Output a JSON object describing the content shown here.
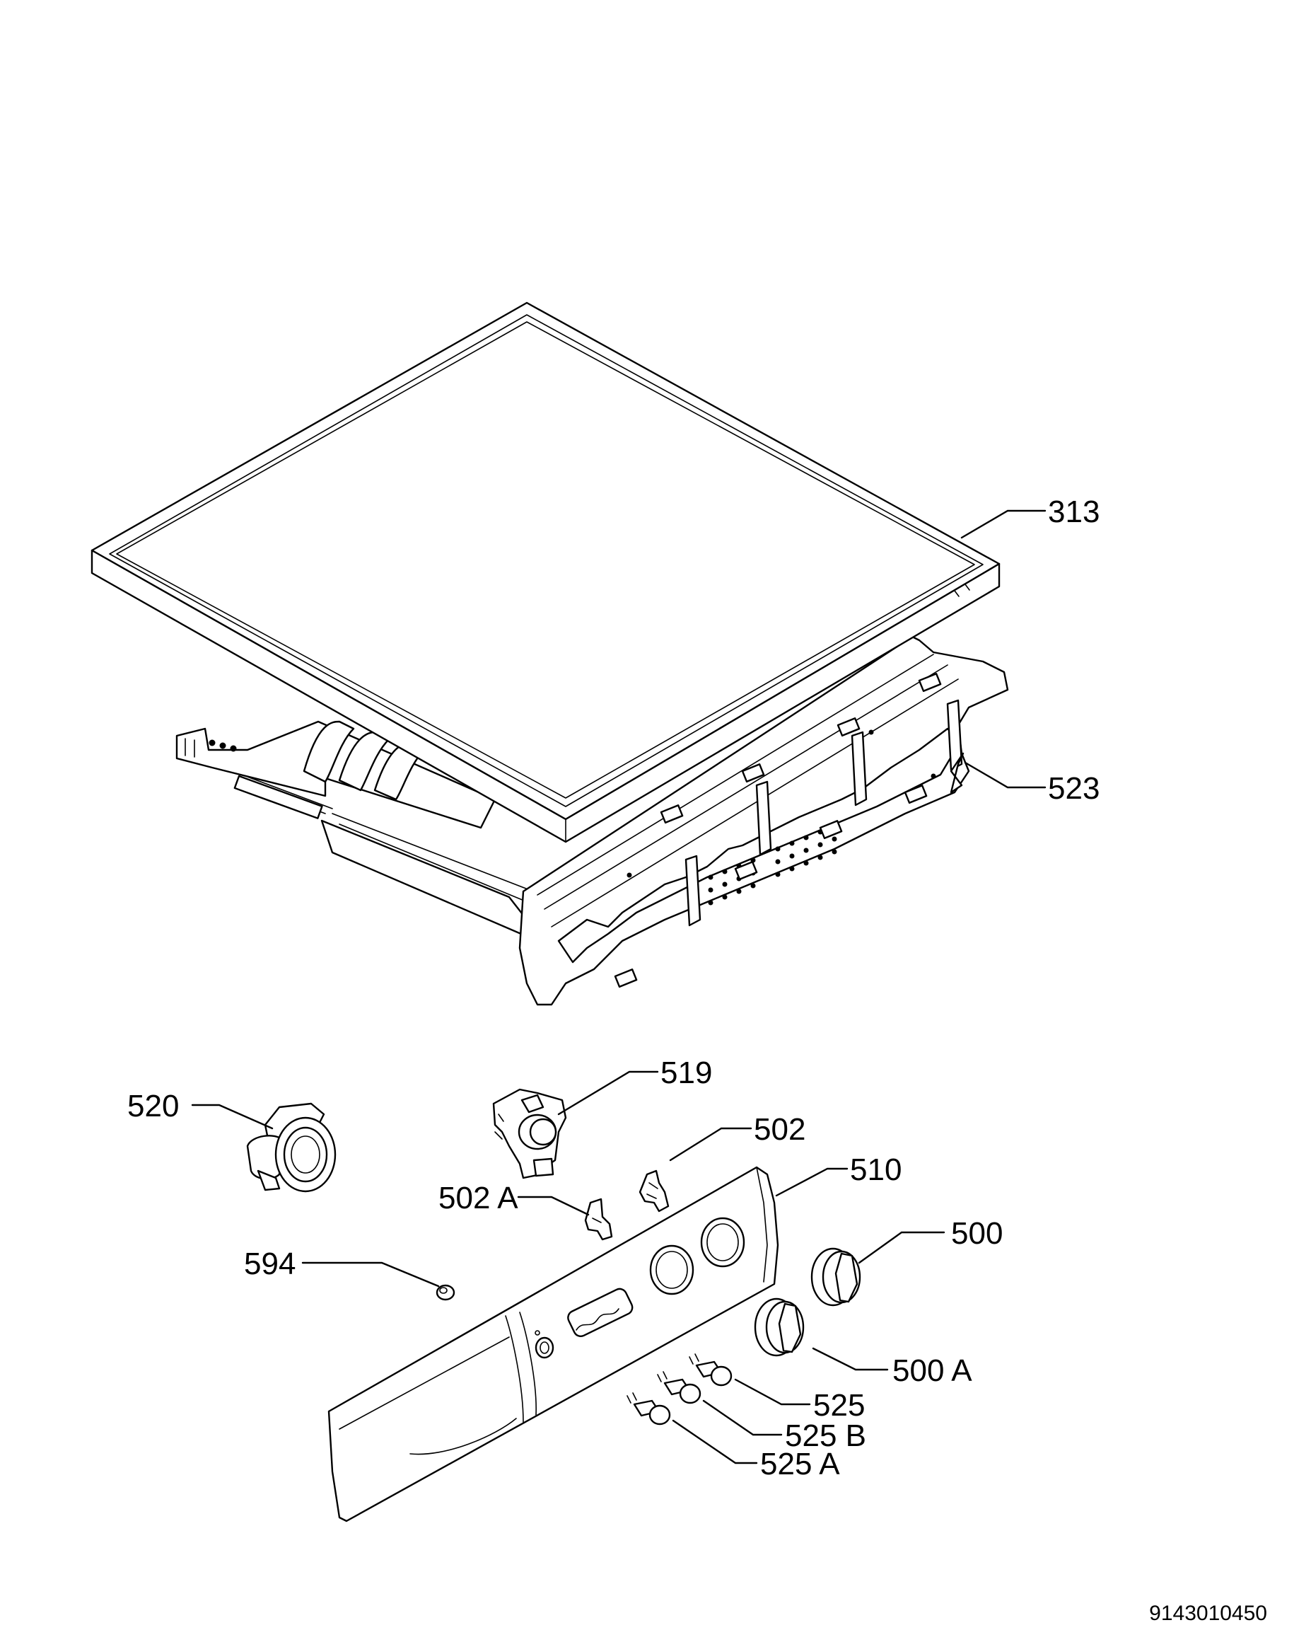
{
  "document_number": "9143010450",
  "callouts": [
    {
      "id": "c313",
      "label": "313"
    },
    {
      "id": "c523",
      "label": "523"
    },
    {
      "id": "c519",
      "label": "519"
    },
    {
      "id": "c520",
      "label": "520"
    },
    {
      "id": "c502",
      "label": "502"
    },
    {
      "id": "c502a",
      "label": "502 A"
    },
    {
      "id": "c510",
      "label": "510"
    },
    {
      "id": "c500",
      "label": "500"
    },
    {
      "id": "c594",
      "label": "594"
    },
    {
      "id": "c500a",
      "label": "500 A"
    },
    {
      "id": "c525",
      "label": "525"
    },
    {
      "id": "c525b",
      "label": "525 B"
    },
    {
      "id": "c525a",
      "label": "525 A"
    }
  ]
}
